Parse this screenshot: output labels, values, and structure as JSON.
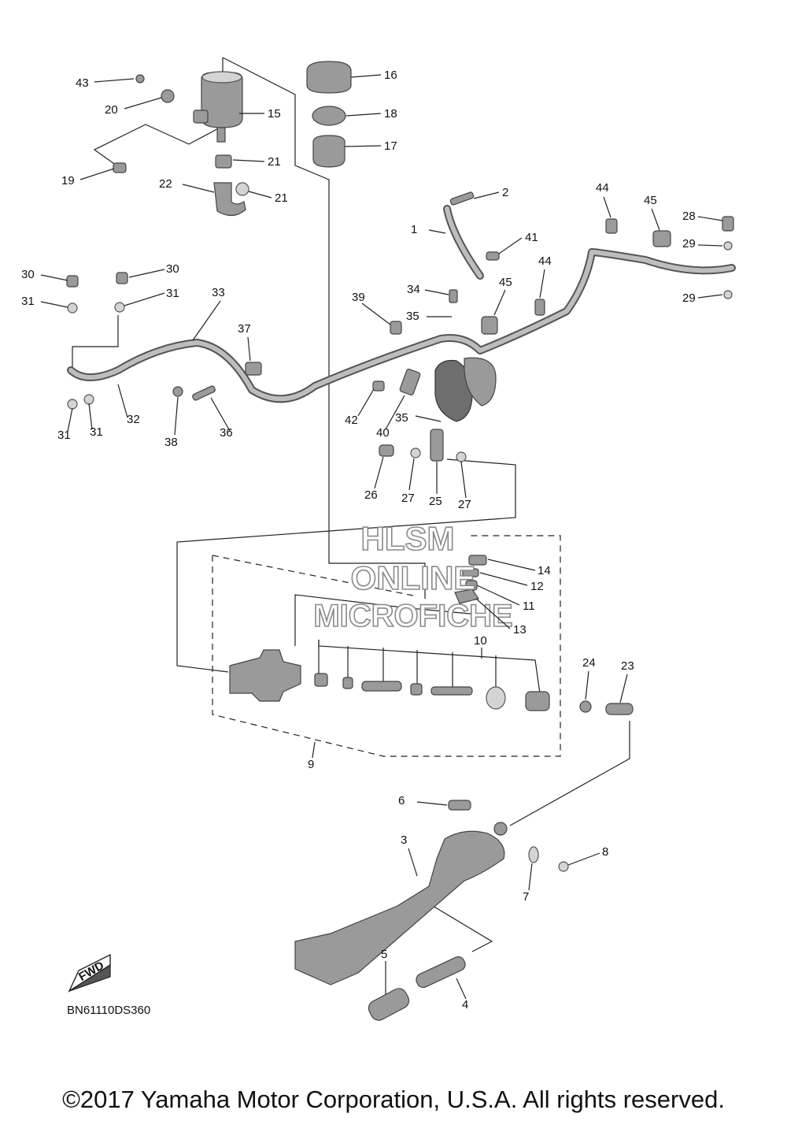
{
  "diagram": {
    "drawing_code": "BN61110DS360",
    "fwd_label": "FWD",
    "watermark": [
      "HLSM",
      "ONLINE",
      "MICROFICHE"
    ],
    "copyright": "©2017 Yamaha Motor Corporation, U.S.A. All rights reserved.",
    "callouts": [
      {
        "id": "c43",
        "text": "43"
      },
      {
        "id": "c20",
        "text": "20"
      },
      {
        "id": "c15",
        "text": "15"
      },
      {
        "id": "c19",
        "text": "19"
      },
      {
        "id": "c22",
        "text": "22"
      },
      {
        "id": "c21a",
        "text": "21"
      },
      {
        "id": "c21b",
        "text": "21"
      },
      {
        "id": "c16",
        "text": "16"
      },
      {
        "id": "c18",
        "text": "18"
      },
      {
        "id": "c17",
        "text": "17"
      },
      {
        "id": "c2",
        "text": "2"
      },
      {
        "id": "c1",
        "text": "1"
      },
      {
        "id": "c41",
        "text": "41"
      },
      {
        "id": "c44a",
        "text": "44"
      },
      {
        "id": "c45a",
        "text": "45"
      },
      {
        "id": "c28",
        "text": "28"
      },
      {
        "id": "c29a",
        "text": "29"
      },
      {
        "id": "c44b",
        "text": "44"
      },
      {
        "id": "c45b",
        "text": "45"
      },
      {
        "id": "c29b",
        "text": "29"
      },
      {
        "id": "c30a",
        "text": "30"
      },
      {
        "id": "c30b",
        "text": "30"
      },
      {
        "id": "c31a",
        "text": "31"
      },
      {
        "id": "c31b",
        "text": "31"
      },
      {
        "id": "c33",
        "text": "33"
      },
      {
        "id": "c37",
        "text": "37"
      },
      {
        "id": "c32",
        "text": "32"
      },
      {
        "id": "c31c",
        "text": "31"
      },
      {
        "id": "c31d",
        "text": "31"
      },
      {
        "id": "c38",
        "text": "38"
      },
      {
        "id": "c36",
        "text": "36"
      },
      {
        "id": "c39",
        "text": "39"
      },
      {
        "id": "c34",
        "text": "34"
      },
      {
        "id": "c35a",
        "text": "35"
      },
      {
        "id": "c42",
        "text": "42"
      },
      {
        "id": "c40",
        "text": "40"
      },
      {
        "id": "c35b",
        "text": "35"
      },
      {
        "id": "c26",
        "text": "26"
      },
      {
        "id": "c27a",
        "text": "27"
      },
      {
        "id": "c25",
        "text": "25"
      },
      {
        "id": "c27b",
        "text": "27"
      },
      {
        "id": "c14",
        "text": "14"
      },
      {
        "id": "c12",
        "text": "12"
      },
      {
        "id": "c11",
        "text": "11"
      },
      {
        "id": "c13",
        "text": "13"
      },
      {
        "id": "c10",
        "text": "10"
      },
      {
        "id": "c24",
        "text": "24"
      },
      {
        "id": "c23",
        "text": "23"
      },
      {
        "id": "c9",
        "text": "9"
      },
      {
        "id": "c6",
        "text": "6"
      },
      {
        "id": "c3",
        "text": "3"
      },
      {
        "id": "c8",
        "text": "8"
      },
      {
        "id": "c7",
        "text": "7"
      },
      {
        "id": "c5",
        "text": "5"
      },
      {
        "id": "c4",
        "text": "4"
      }
    ]
  }
}
